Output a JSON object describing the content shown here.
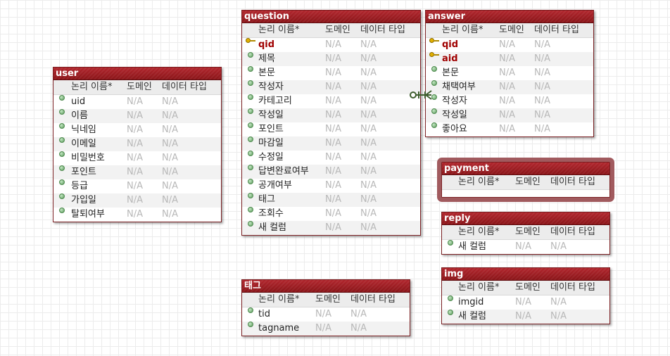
{
  "columns": {
    "logical_name": "논리 이름*",
    "domain": "도메인",
    "data_type": "데이터 타입"
  },
  "na": "N/A",
  "entities": [
    {
      "id": "user",
      "title": "user",
      "fields": [
        {
          "name": "uid",
          "pk": false
        },
        {
          "name": "이름"
        },
        {
          "name": "닉네임"
        },
        {
          "name": "이메일"
        },
        {
          "name": "비밀번호"
        },
        {
          "name": "포인트"
        },
        {
          "name": "등급"
        },
        {
          "name": "가입일"
        },
        {
          "name": "탈퇴여부"
        }
      ]
    },
    {
      "id": "question",
      "title": "question",
      "fields": [
        {
          "name": "qid",
          "pk": true
        },
        {
          "name": "제목"
        },
        {
          "name": "본문"
        },
        {
          "name": "작성자"
        },
        {
          "name": "카테고리"
        },
        {
          "name": "작성일"
        },
        {
          "name": "포인트"
        },
        {
          "name": "마감일"
        },
        {
          "name": "수정일"
        },
        {
          "name": "답변완료여부"
        },
        {
          "name": "공개여부"
        },
        {
          "name": "태그"
        },
        {
          "name": "조회수"
        },
        {
          "name": "새 컬럼"
        }
      ]
    },
    {
      "id": "answer",
      "title": "answer",
      "fields": [
        {
          "name": "qid",
          "pk": true,
          "fk": true
        },
        {
          "name": "aid",
          "pk": true
        },
        {
          "name": "본문"
        },
        {
          "name": "채택여부"
        },
        {
          "name": "작성자"
        },
        {
          "name": "작성일"
        },
        {
          "name": "좋아요"
        }
      ]
    },
    {
      "id": "payment",
      "title": "payment",
      "fields": []
    },
    {
      "id": "reply",
      "title": "reply",
      "fields": [
        {
          "name": "새 컬럼"
        }
      ]
    },
    {
      "id": "img",
      "title": "img",
      "fields": [
        {
          "name": "imgid"
        },
        {
          "name": "새 컬럼"
        }
      ]
    },
    {
      "id": "tag",
      "title": "태그",
      "fields": [
        {
          "name": "tid"
        },
        {
          "name": "tagname"
        }
      ]
    }
  ]
}
